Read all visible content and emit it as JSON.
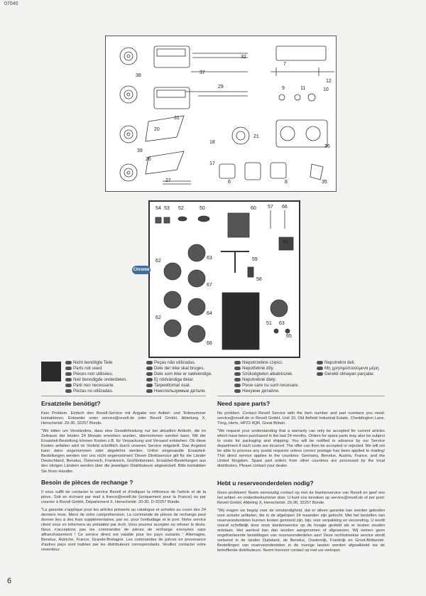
{
  "header": {
    "code": "07040"
  },
  "footer": {
    "page_number": "6"
  },
  "diagram": {
    "top_labels": [
      "32",
      "7",
      "37",
      "12",
      "29",
      "9",
      "11",
      "10",
      "38",
      "31",
      "20",
      "18",
      "21",
      "39",
      "36",
      "26",
      "17",
      "27",
      "6",
      "8",
      "35"
    ],
    "sprue_labels": [
      "54",
      "53",
      "52",
      "50",
      "60",
      "57",
      "66",
      "61",
      "63",
      "59",
      "62",
      "58",
      "67",
      "64",
      "62",
      "51",
      "63",
      "65",
      "68"
    ],
    "chrome_label": "Chrome"
  },
  "legend": {
    "col1": [
      "Nicht benötigte Teile",
      "Parts not used.",
      "Pièces non utilisées.",
      "Niet benodigde onderdelen.",
      "Parti non necessarie.",
      "Piezas no utilizadas."
    ],
    "col2": [
      "Peças não utilizadas.",
      "Dele der ikke skal bruges.",
      "Dele som ikke er nødvendige.",
      "Ej nödvändiga delar.",
      "Tarpeettomat osat.",
      "Неиспользуемые детали."
    ],
    "col3": [
      "Niepotrzebne części.",
      "Nepotřebné díly.",
      "Szükségtelen alkatrészek.",
      "Nepotrebné diely.",
      "Piese care nu sunt necesare.",
      "Ненужни детайли."
    ],
    "col4": [
      "Nepotrebni deli.",
      "Μη χρησιμοποιούμενα μέρη.",
      "Gerekli olmayan parçalar."
    ]
  },
  "sections": {
    "de": {
      "title": "Ersatzteile benötigt?",
      "p1": "Kein Problem. Einfach den Revell-Service mit Angabe von Artikel- und Teilenummer kontaktieren. Entweder unter service@revell.de oder Revell GmbH, Abteilung X, Henschelstr. 20-30, 32257 Bünde.",
      "p2": "\"Wir bitten um Verständnis, dass eine Gewährleistung nur bei aktuellen Artikeln, die im Zeitraum der letzten 24 Monate erworben wurden, übernommen werden kann. Mit der Ersatzteil-Bestellung können Kosten z.B. für Verpackung und Versand entstehen. Ob diese Kosten anfallen wird im Vorfeld schriftlich durch unseren Service mitgeteilt. Das Angebot kann dann angenommen oder abgelehnt werden. Unfrei eingesandte Ersatzteil-Bestellungen werden von uns nicht angenommen! Dieser Direktservice gilt für die Länder Deutschland, Benelux, Österreich, Frankreich, Großbritannien. Ersatzteil-Bestellungen aus den übrigen Ländern werden über die jeweiligen Distributeure abgewickelt. Bitte kontaktien Sie Ihren Händler."
    },
    "fr": {
      "title": "Besoin de pièces de rechange ?",
      "p1": "Il vous suffit de contacter le service Revell et d'indiquer la référence de l'article et de la pièce. Soit en écrivant par mail à france@revell.de (uniquement pour la France) ou par courrier à Revell GmbH, Département X, Henschelstr. 20-30, D-32257 Bünde.",
      "p2": "\"La garantie s'applique pour les articles présents au catalogue et achetés au cours des 24 derniers mois. Merci de votre compréhension. La commande de pièces de rechange peut donner lieu à des frais supplémentaires, par ex. pour l'emballage et le port. Notre service client vous en informera au préalable par écrit. Vous pourrez accepter ou refuser le devis. Nous n'acceptons pas les commandes de pièces de rechange envoyées sans affranchissement ! Ce service direct est valable pour les pays suivants : Allemagne, Benelux, Autriche, France, Grande-Bretagne. Les commandes de pièces en provenance d'autres pays sont traitées par les distributeurs correspondants. Veuillez contacter votre revendeur."
    },
    "en": {
      "title": "Need spare parts?",
      "p1": "No problem. Contact Revell Service with the item number and part numbers you need: service@revell.de or Revell GmbH, Unit 10, Old Airfield Industrial Estate, Cheddington Lane, Tring, Herts, HP23 4QR, Great Britain.",
      "p2": "\"We request your understanding that a warranty can only be accepted for current articles which have been purchased in the last 24 months. Orders for spare parts may also be subject to costs for packaging and shipping. You will be notified in advance by our Service department if such costs are incurred. The offer can then be accepted or rejected. We will not be able to process any postal requests unless correct postage has been applied to mailing! This direct service applies to the countries: Germany, Benelux, Austria, France, and the United Kingdom. Spare part orders from other countries are processed by the local distributors. Please contact your dealer."
    },
    "nl": {
      "title": "Hebt u reserveonderdelen nodig?",
      "p1": "Geen probleem! Neem eenvoudig contact op met de klantenservice van Revell en geef ons het artikel- en onderdeelnummer door. U kunt ons bereiken op service@revell.de of per post: Revell GmbH, Afdeling X, Henschelstr. 20-30, 32257 Bünde.",
      "p2": "\"Wij vragen uw begrip voor de omstandigheid, dat er alleen garantie kan worden geboden voor actuele artikelen, die in de afgelopen 24 maanden zijn gekocht. Met het bestellen van reserveonderdelen kunnen kosten gemoeid zijn, bijv. voor verpakking en verzending. U wordt vooraf schriftelijk door onze klantenservice op de hoogte gesteld als er kosten zouden ontstaan. Het aanbod kan dan worden aangenomen of afgewezen. Wij nemen geen ongefrankeerde bestellingen van reserveonderdelen aan! Deze rechtstreekse service wordt verleend in de landen Duitsland, de Benelux, Oostenrijk, Frankrijk en Groot-Brittannië. Bestellingen van reserveonderdelen in de overige landen worden afgewikkeld via de betreffende distributeurs. Neem hiervoor contact op met uw verkoper."
    }
  }
}
